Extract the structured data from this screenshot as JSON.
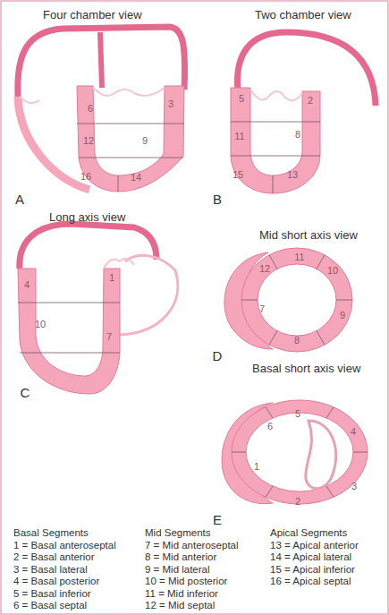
{
  "diagram": {
    "labels": [
      "Four chamber view",
      "Two chamber view",
      "6",
      "3",
      "12",
      "9",
      "16",
      "14",
      "A",
      "5",
      "2",
      "11",
      "8",
      "15",
      "13",
      "B",
      "Long axis view",
      "4",
      "1",
      "10",
      "7",
      "C",
      "Mid short axis view",
      "11",
      "10",
      "12",
      "9",
      "7",
      "8",
      "D",
      "Basal short axis view",
      "5",
      "4",
      "6",
      "1",
      "3",
      "2",
      "E",
      "Basal Segments",
      "1 = Basal anteroseptal",
      "2 = Basal anterior",
      "3 = Basal lateral",
      "4 = Basal posterior",
      "5 = Basal inferior",
      "6 = Basal septal",
      "Mid Segments",
      "7 = Mid anteroseptal",
      "8 = Mid anterior",
      "9 = Mid lateral",
      "10 = Mid posterior",
      "11 = Mid inferior",
      "12 = Mid septal",
      "Apical Segments",
      "13 = Apical anterior",
      "14 = Apical lateral",
      "15 = Apical inferior",
      "16 = Apical septal"
    ]
  }
}
